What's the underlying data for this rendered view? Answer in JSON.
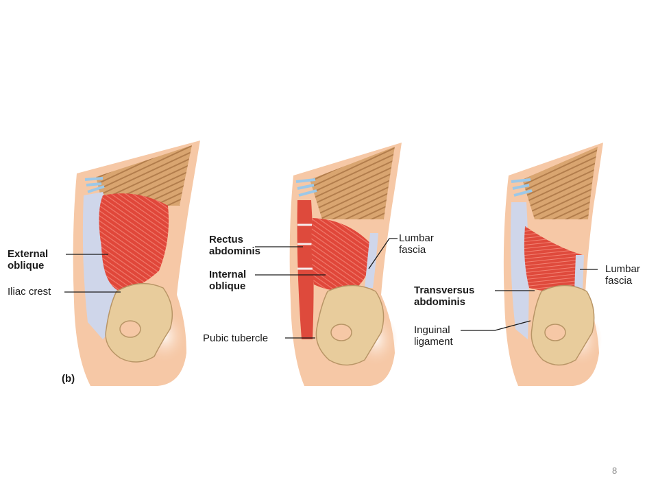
{
  "panel_letter": "(b)",
  "page_number": "8",
  "labels": {
    "external_oblique": [
      "External",
      "oblique"
    ],
    "iliac_crest": [
      "Iliac crest"
    ],
    "rectus_abdominis": [
      "Rectus",
      "abdominis"
    ],
    "internal_oblique": [
      "Internal",
      "oblique"
    ],
    "pubic_tubercle": [
      "Pubic tubercle"
    ],
    "lumbar_fascia_middle": [
      "Lumbar",
      "fascia"
    ],
    "transversus_abdominis": [
      "Transversus",
      "abdominis"
    ],
    "inguinal_ligament": [
      "Inguinal",
      "ligament"
    ],
    "lumbar_fascia_right": [
      "Lumbar",
      "fascia"
    ]
  },
  "colors": {
    "skin": "#f6c8a6",
    "rib": "#d9a570",
    "bone": "#e8cc9c",
    "muscle": "#e0473a",
    "fascia": "#cfd6ea",
    "nerve": "#9cc8e8"
  }
}
